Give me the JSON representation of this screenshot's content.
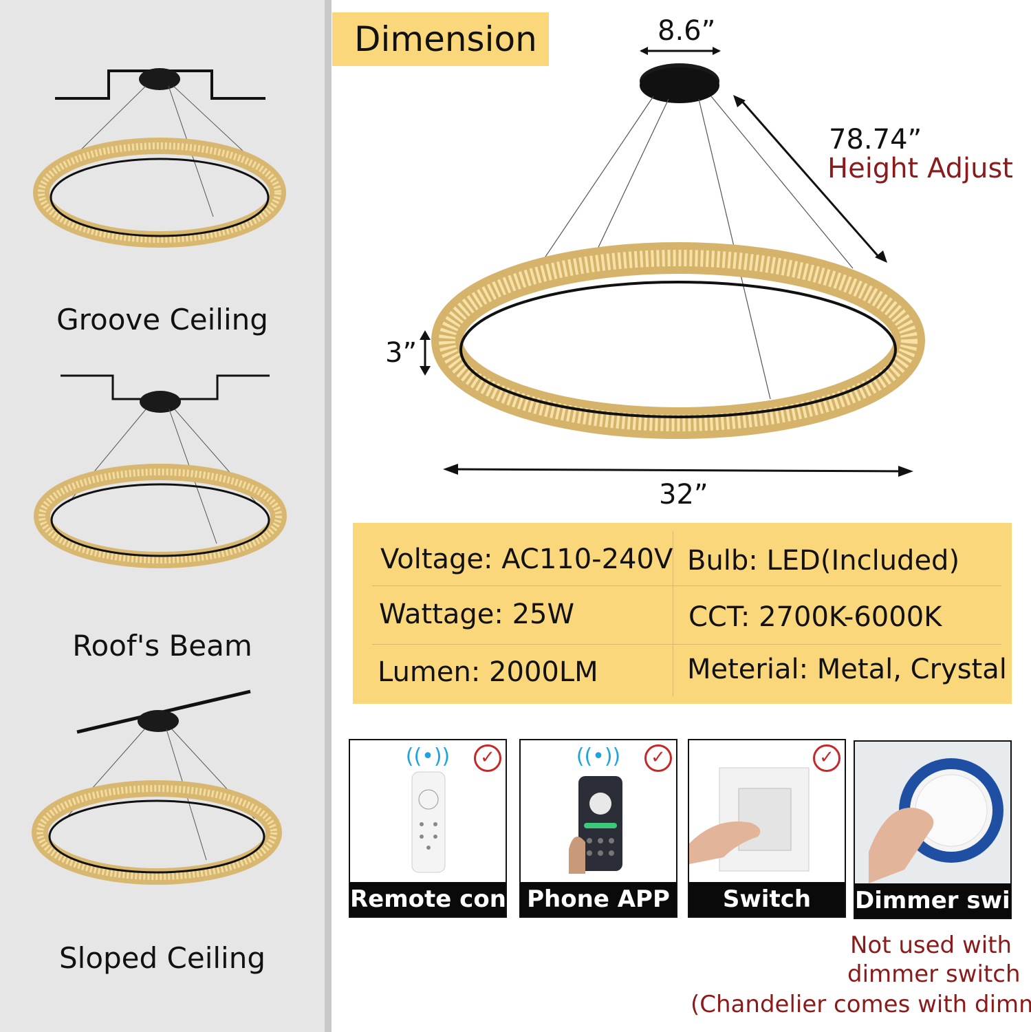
{
  "left_panel": {
    "mounts": [
      {
        "label": "Groove Ceiling"
      },
      {
        "label": "Roof's Beam"
      },
      {
        "label": "Sloped Ceiling"
      }
    ]
  },
  "dimension": {
    "title": "Dimension",
    "canopy_width": "8.6”",
    "cable_length": "78.74”",
    "cable_note": "Height Adjust",
    "ring_height": "3”",
    "ring_diameter": "32”"
  },
  "specs": {
    "voltage": "Voltage: AC110-240V",
    "bulb": "Bulb: LED(Included)",
    "wattage": "Wattage: 25W",
    "cct": "CCT: 2700K-6000K",
    "lumen": "Lumen: 2000LM",
    "material": "Meterial: Metal, Crystal"
  },
  "controls": [
    {
      "label": "Remote contro",
      "supported": true,
      "icon": "remote-control-icon"
    },
    {
      "label": "Phone APP",
      "supported": true,
      "icon": "phone-app-icon"
    },
    {
      "label": "Switch",
      "supported": true,
      "icon": "wall-switch-icon"
    },
    {
      "label": "Dimmer switch",
      "supported": false,
      "icon": "dimmer-knob-icon"
    }
  ],
  "note": {
    "line1": "Not used with",
    "line2": "dimmer switch",
    "line3": "(Chandelier comes with dimmer)"
  },
  "colors": {
    "accent": "#fbd77c",
    "warning": "#8b1a1a",
    "check": "#c62828",
    "wifi": "#1fa3e0"
  }
}
